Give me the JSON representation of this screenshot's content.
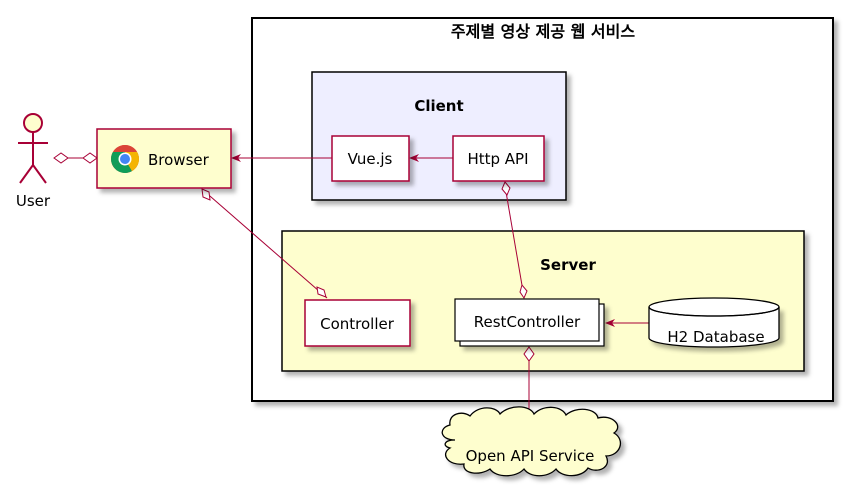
{
  "diagram": {
    "outer_title": "주제별 영상 제공 웹 서비스",
    "actor_label": "User",
    "browser_label": "Browser",
    "client": {
      "title": "Client",
      "vue_label": "Vue.js",
      "http_label": "Http API"
    },
    "server": {
      "title": "Server",
      "controller_label": "Controller",
      "restcontroller_label": "RestController",
      "database_label": "H2 Database"
    },
    "cloud_label": "Open API Service"
  },
  "colors": {
    "border": "#a80036",
    "note_yellow": "#fefece",
    "client_fill": "#eeeeff",
    "server_fill": "#fefece"
  }
}
